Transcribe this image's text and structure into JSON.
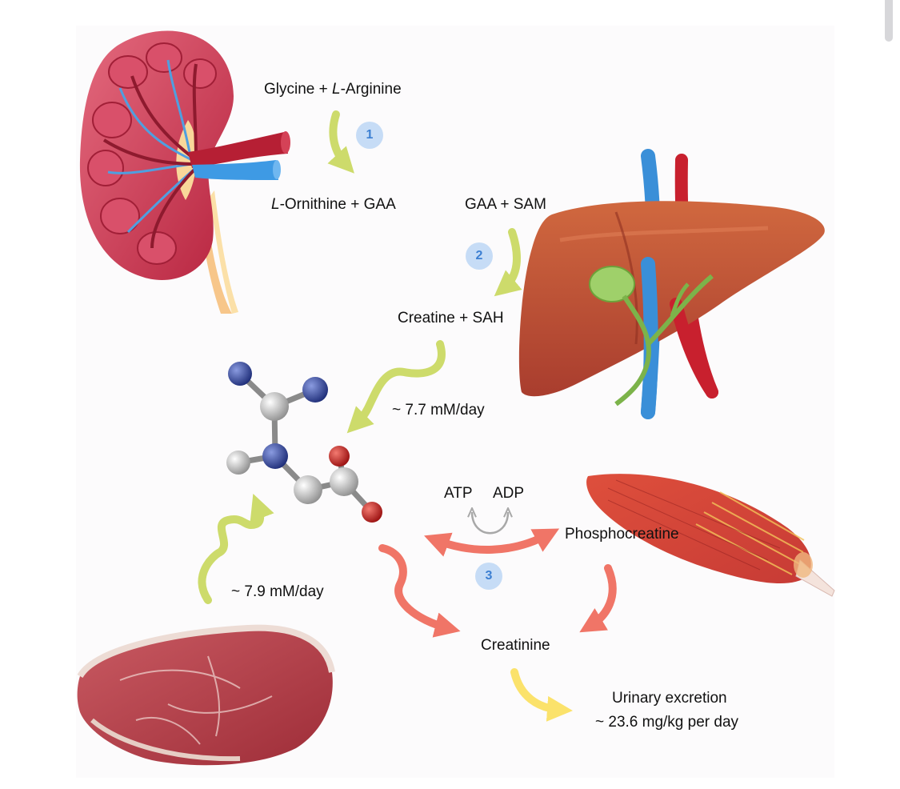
{
  "colors": {
    "kidney": "#c8334f",
    "liver": "#c2503a",
    "muscle": "#d44a3a",
    "meat": "#b7404a",
    "vein": "#3a8fd8",
    "artery": "#c8202e",
    "arrow_green": "#cddb6b",
    "arrow_red": "#f07567",
    "arrow_yellow": "#fbe26b",
    "arrow_gray": "#a8a8a8",
    "step_bubble": "#c6dcf6",
    "step_number": "#3c7fd2",
    "atom_carbon": "#cccccc",
    "atom_nitrogen": "#3d55a6",
    "atom_oxygen": "#c62828"
  },
  "illustrations": {
    "kidney": "kidney-illustration",
    "liver": "liver-illustration",
    "muscle": "muscle-illustration",
    "meat": "meat-illustration",
    "molecule": "creatine-molecule-model"
  },
  "step1": {
    "number": "1",
    "substrate_a": "Glycine + ",
    "substrate_italic": "L",
    "substrate_b": "-Arginine",
    "product_italic": "L",
    "product_b": "-Ornithine + GAA"
  },
  "step2": {
    "number": "2",
    "substrate": "GAA + SAM",
    "product": "Creatine + SAH"
  },
  "step3": {
    "number": "3",
    "atp": "ATP",
    "adp": "ADP",
    "product": "Phosphocreatine"
  },
  "endogenous_rate": "~ 7.7 mM/day",
  "dietary_rate": "~ 7.9 mM/day",
  "creatinine": "Creatinine",
  "excretion": {
    "line1": "Urinary excretion",
    "line2": "~ 23.6 mg/kg per day"
  }
}
